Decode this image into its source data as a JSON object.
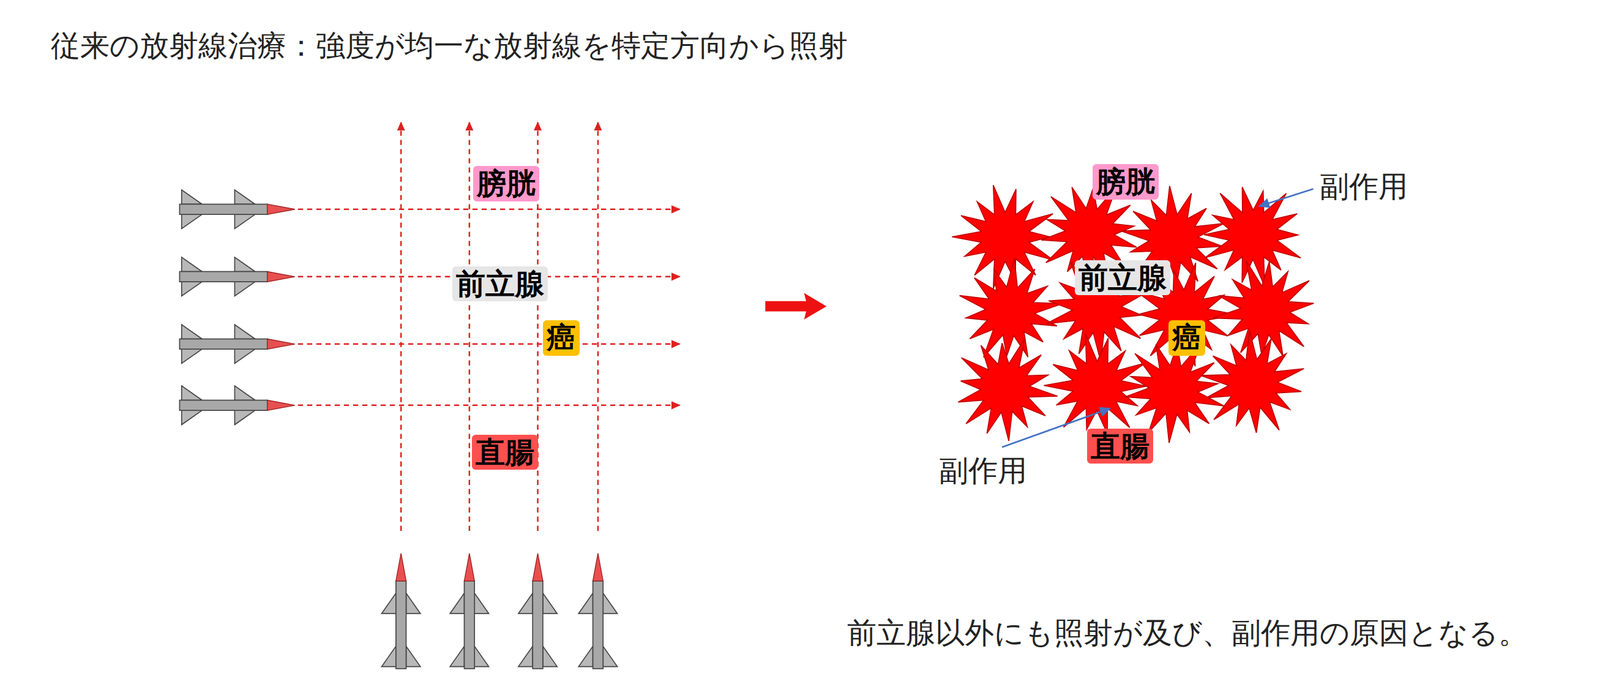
{
  "diagram": {
    "title": "従来の放射線治療：強度が均一な放射線を特定方向から照射",
    "caption": "前立腺以外にも照射が及び、副作用の原因となる。",
    "nodes": [
      {
        "text": [
          "膀胱"
        ]
      },
      {
        "text": [
          "前立腺"
        ]
      },
      {
        "text": [
          "癌"
        ],
        "in": 1
      },
      {
        "text": [
          "直腸"
        ]
      },
      {
        "text": [
          "膀胱"
        ]
      },
      {
        "text": [
          "前立腺"
        ]
      },
      {
        "text": [
          "癌"
        ],
        "in": 5
      },
      {
        "text": [
          "直腸"
        ]
      }
    ],
    "labels": [
      "副作用",
      "副作用"
    ]
  }
}
